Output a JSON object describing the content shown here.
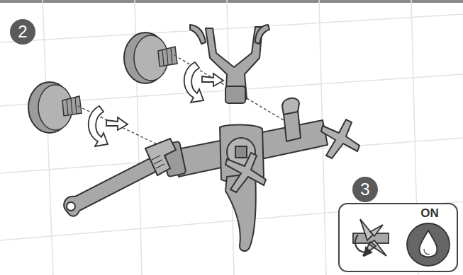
{
  "diagram": {
    "labels": [
      "2",
      "3",
      "ON"
    ]
  }
}
